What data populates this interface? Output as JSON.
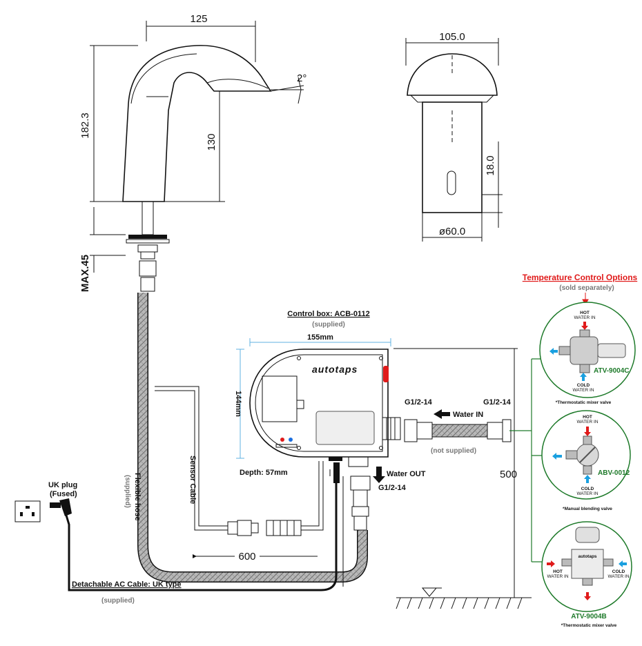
{
  "faucet_side": {
    "width_dim": "125",
    "height_dim": "182.3",
    "spout_dim": "130",
    "angle_dim": "2°",
    "max_dim": "MAX.45"
  },
  "faucet_front": {
    "width_dim": "105.0",
    "sensor_dim": "18.0",
    "diameter_dim": "ø60.0"
  },
  "control_box": {
    "title": "Control box: ACB-0112",
    "supplied": "(supplied)",
    "width": "155mm",
    "height": "144mm",
    "depth": "Depth: 57mm",
    "brand": "autotaps"
  },
  "plumbing": {
    "thread_left": "G1/2-14",
    "thread_right": "G1/2-14",
    "water_in": "Water IN",
    "not_supplied": "(not supplied)",
    "water_out": "Water OUT",
    "thread_out": "G1/2-14",
    "height_500": "500",
    "length_600": "600"
  },
  "cables": {
    "flexible_hose": "Flexible hose",
    "flexible_hose_sub": "(supplied)",
    "sensor_cable": "Sensor Cable",
    "uk_plug": "UK plug",
    "uk_plug_sub": "(Fused)",
    "ac_cable": "Detachable AC Cable: UK type",
    "ac_cable_sub": "(supplied)"
  },
  "temperature_options": {
    "title": "Temperature Control Options",
    "subtitle": "(sold separately)",
    "valves": [
      {
        "model": "ATV-9004C",
        "hot": "HOT",
        "hot_sub": "WATER IN",
        "cold": "COLD",
        "cold_sub": "WATER IN",
        "caption": "*Thermostatic mixer valve"
      },
      {
        "model": "ABV-0012",
        "hot": "HOT",
        "hot_sub": "WATER IN",
        "cold": "COLD",
        "cold_sub": "WATER IN",
        "caption": "*Manual blending valve"
      },
      {
        "model": "ATV-9004B",
        "brand": "autotaps",
        "hot": "HOT",
        "hot_sub": "WATER IN",
        "cold": "COLD",
        "cold_sub": "WATER IN",
        "caption": "*Thermostatic mixer valve"
      }
    ]
  },
  "colors": {
    "hot": "#e01a1a",
    "cold": "#1aa0e0",
    "green": "#1e7a2a",
    "dimension_blue": "#5fb0e0"
  }
}
